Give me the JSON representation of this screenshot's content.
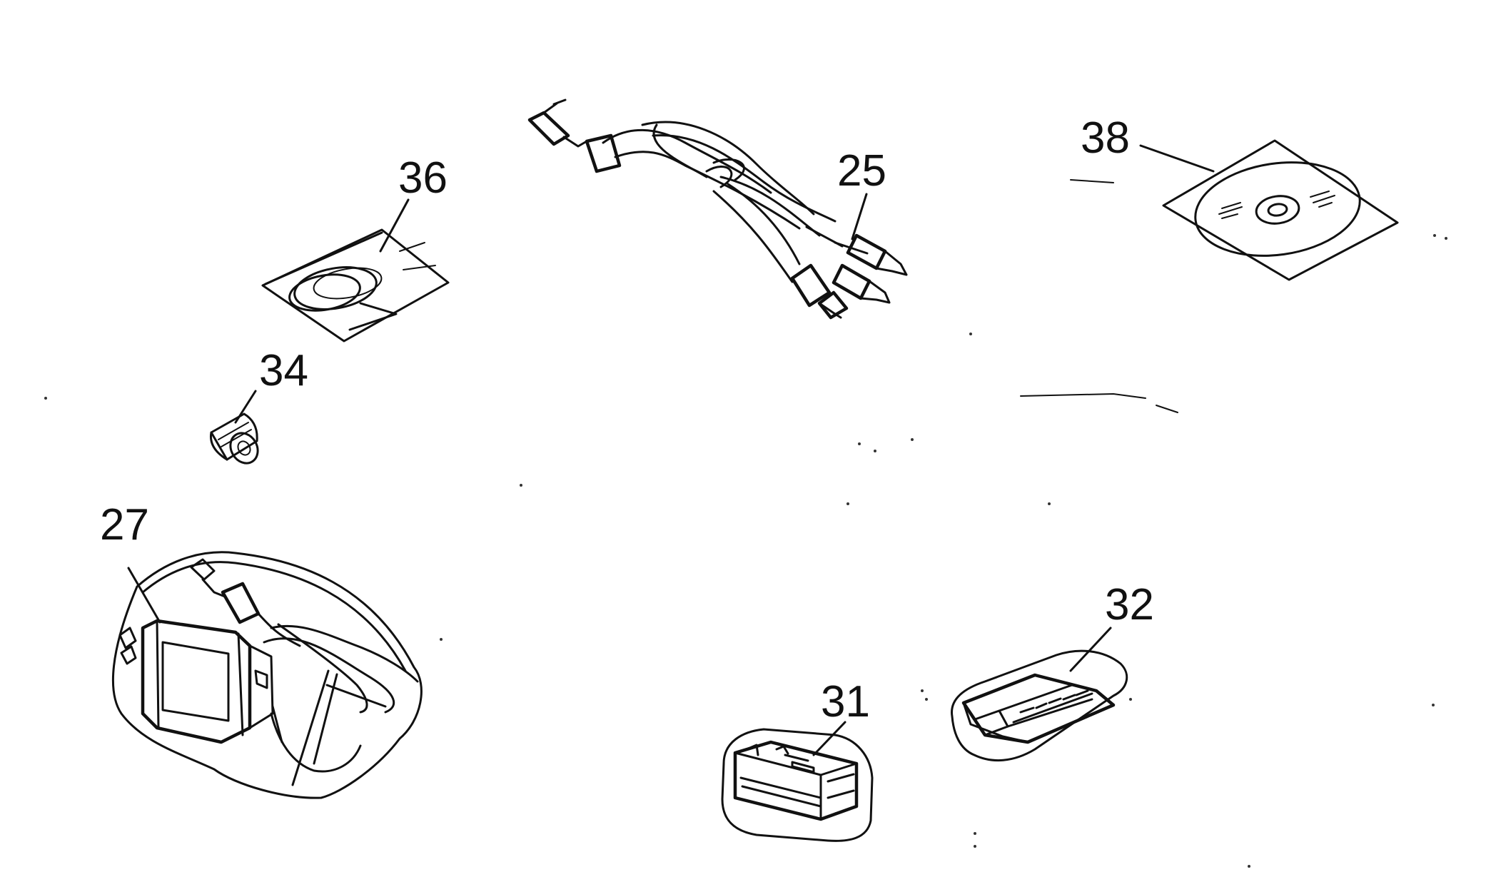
{
  "callouts": {
    "av_cable": "25",
    "ac_adaptor": "27",
    "battery_pack": "31",
    "battery_case": "32",
    "ferrite_core": "34",
    "cable_pack": "36",
    "cd_rom": "38"
  }
}
